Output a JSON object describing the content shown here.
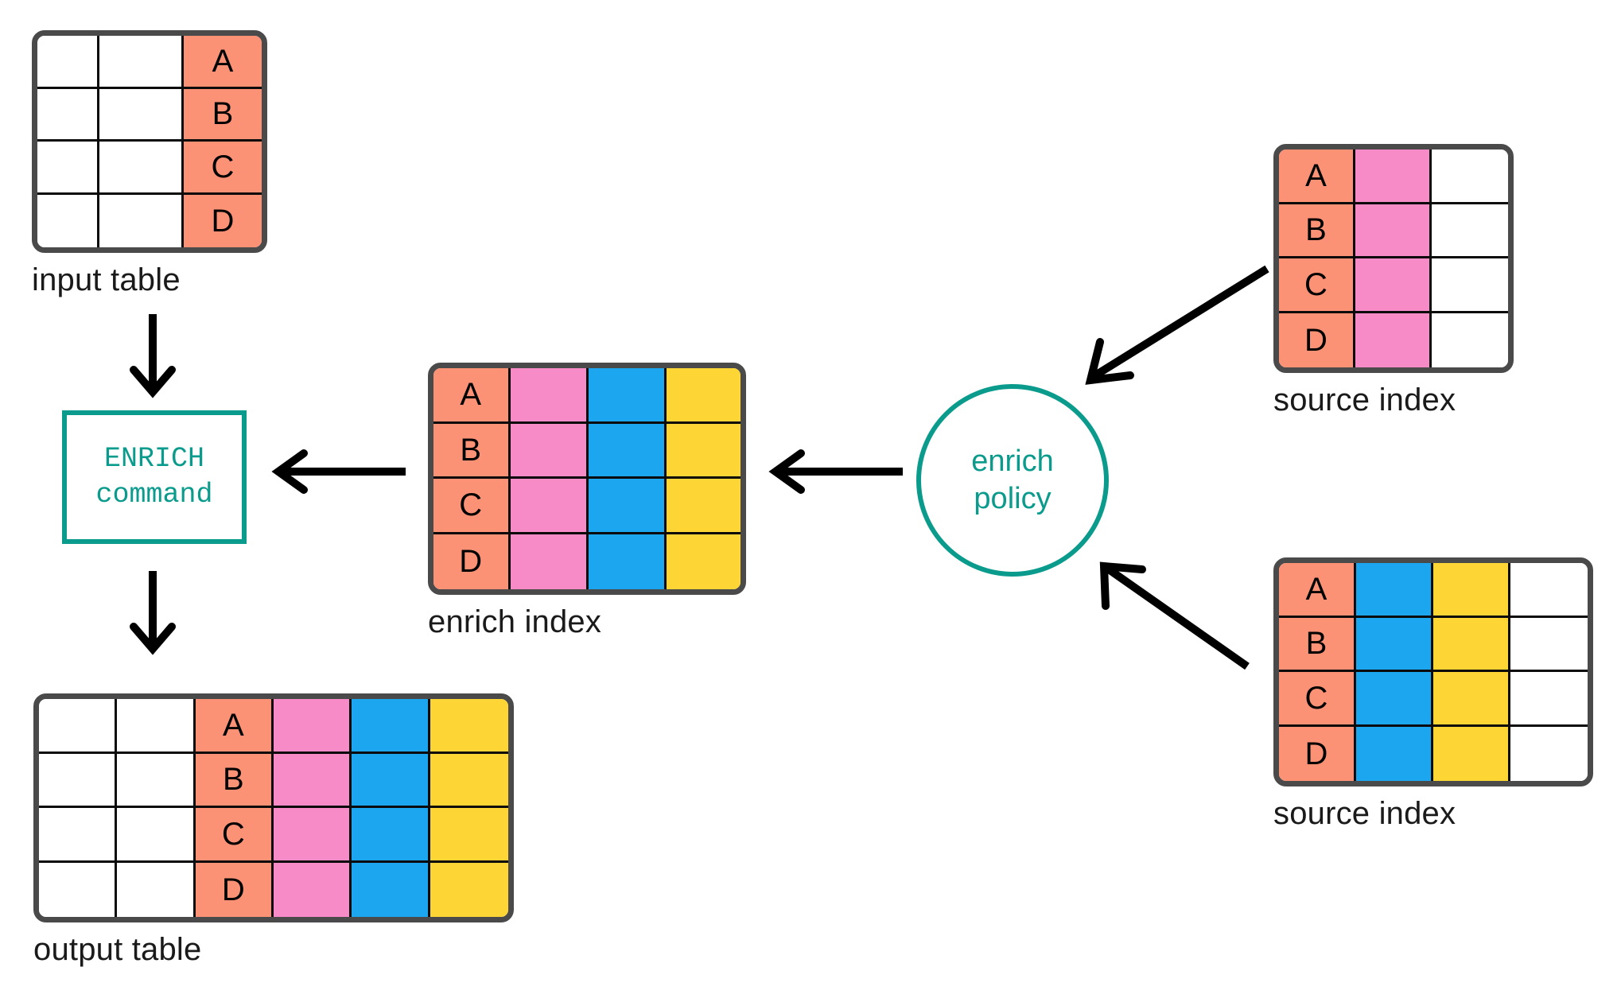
{
  "palette": {
    "key": "#FB9175",
    "pink": "#F68BC8",
    "blue": "#1CA6F0",
    "yellow": "#FDD535",
    "white": "#FFFFFF",
    "teal": "#0A9B8D",
    "table_border": "#4A4A4A",
    "grid_line": "#0B0B0B",
    "arrow": "#000000"
  },
  "diagram": {
    "title_hidden": "",
    "row_keys": [
      "A",
      "B",
      "C",
      "D"
    ]
  },
  "input_table": {
    "caption": "input table",
    "columns": [
      {
        "name": "col-blank-1",
        "color": "#FFFFFF",
        "width": 76
      },
      {
        "name": "col-blank-2",
        "color": "#FFFFFF",
        "width": 104
      },
      {
        "name": "col-key",
        "color": "#FB9175",
        "width": 96
      }
    ],
    "rows": [
      [
        "",
        "",
        "A"
      ],
      [
        "",
        "",
        "B"
      ],
      [
        "",
        "",
        "C"
      ],
      [
        "",
        "",
        "D"
      ]
    ]
  },
  "enrich_command": {
    "line1": "ENRICH",
    "line2": "command"
  },
  "enrich_index": {
    "caption": "enrich index",
    "columns": [
      {
        "name": "col-key",
        "color": "#FB9175",
        "width": 100
      },
      {
        "name": "col-pink",
        "color": "#F68BC8",
        "width": 102
      },
      {
        "name": "col-blue",
        "color": "#1CA6F0",
        "width": 102
      },
      {
        "name": "col-yellow",
        "color": "#FDD535",
        "width": 96
      }
    ],
    "rows": [
      [
        "A",
        "",
        "",
        ""
      ],
      [
        "B",
        "",
        "",
        ""
      ],
      [
        "C",
        "",
        "",
        ""
      ],
      [
        "D",
        "",
        "",
        ""
      ]
    ]
  },
  "enrich_policy": {
    "line1": "enrich",
    "line2": "policy"
  },
  "source_index_top": {
    "caption": "source index",
    "columns": [
      {
        "name": "col-key",
        "color": "#FB9175",
        "width": 100
      },
      {
        "name": "col-pink",
        "color": "#F68BC8",
        "width": 100
      },
      {
        "name": "col-blank",
        "color": "#FFFFFF",
        "width": 100
      }
    ],
    "rows": [
      [
        "A",
        "",
        ""
      ],
      [
        "B",
        "",
        ""
      ],
      [
        "C",
        "",
        ""
      ],
      [
        "D",
        "",
        ""
      ]
    ]
  },
  "source_index_bottom": {
    "caption": "source index",
    "columns": [
      {
        "name": "col-key",
        "color": "#FB9175",
        "width": 100
      },
      {
        "name": "col-blue",
        "color": "#1CA6F0",
        "width": 100
      },
      {
        "name": "col-yellow",
        "color": "#FDD535",
        "width": 100
      },
      {
        "name": "col-blank",
        "color": "#FFFFFF",
        "width": 100
      }
    ],
    "rows": [
      [
        "A",
        "",
        "",
        ""
      ],
      [
        "B",
        "",
        "",
        ""
      ],
      [
        "C",
        "",
        "",
        ""
      ],
      [
        "D",
        "",
        "",
        ""
      ]
    ]
  },
  "output_table": {
    "caption": "output table",
    "columns": [
      {
        "name": "col-blank-1",
        "color": "#FFFFFF",
        "width": 100
      },
      {
        "name": "col-blank-2",
        "color": "#FFFFFF",
        "width": 100
      },
      {
        "name": "col-key",
        "color": "#FB9175",
        "width": 100
      },
      {
        "name": "col-pink",
        "color": "#F68BC8",
        "width": 100
      },
      {
        "name": "col-blue",
        "color": "#1CA6F0",
        "width": 100
      },
      {
        "name": "col-yellow",
        "color": "#FDD535",
        "width": 100
      }
    ],
    "rows": [
      [
        "",
        "",
        "A",
        "",
        "",
        ""
      ],
      [
        "",
        "",
        "B",
        "",
        "",
        ""
      ],
      [
        "",
        "",
        "C",
        "",
        "",
        ""
      ],
      [
        "",
        "",
        "D",
        "",
        "",
        ""
      ]
    ]
  },
  "arrows": [
    {
      "name": "arrow-input-to-command",
      "direction": "down"
    },
    {
      "name": "arrow-command-to-output",
      "direction": "down"
    },
    {
      "name": "arrow-enrich-index-to-command",
      "direction": "left"
    },
    {
      "name": "arrow-policy-to-enrich-index",
      "direction": "left"
    },
    {
      "name": "arrow-source-top-to-policy",
      "direction": "down-left"
    },
    {
      "name": "arrow-source-bottom-to-policy",
      "direction": "up-left"
    }
  ]
}
